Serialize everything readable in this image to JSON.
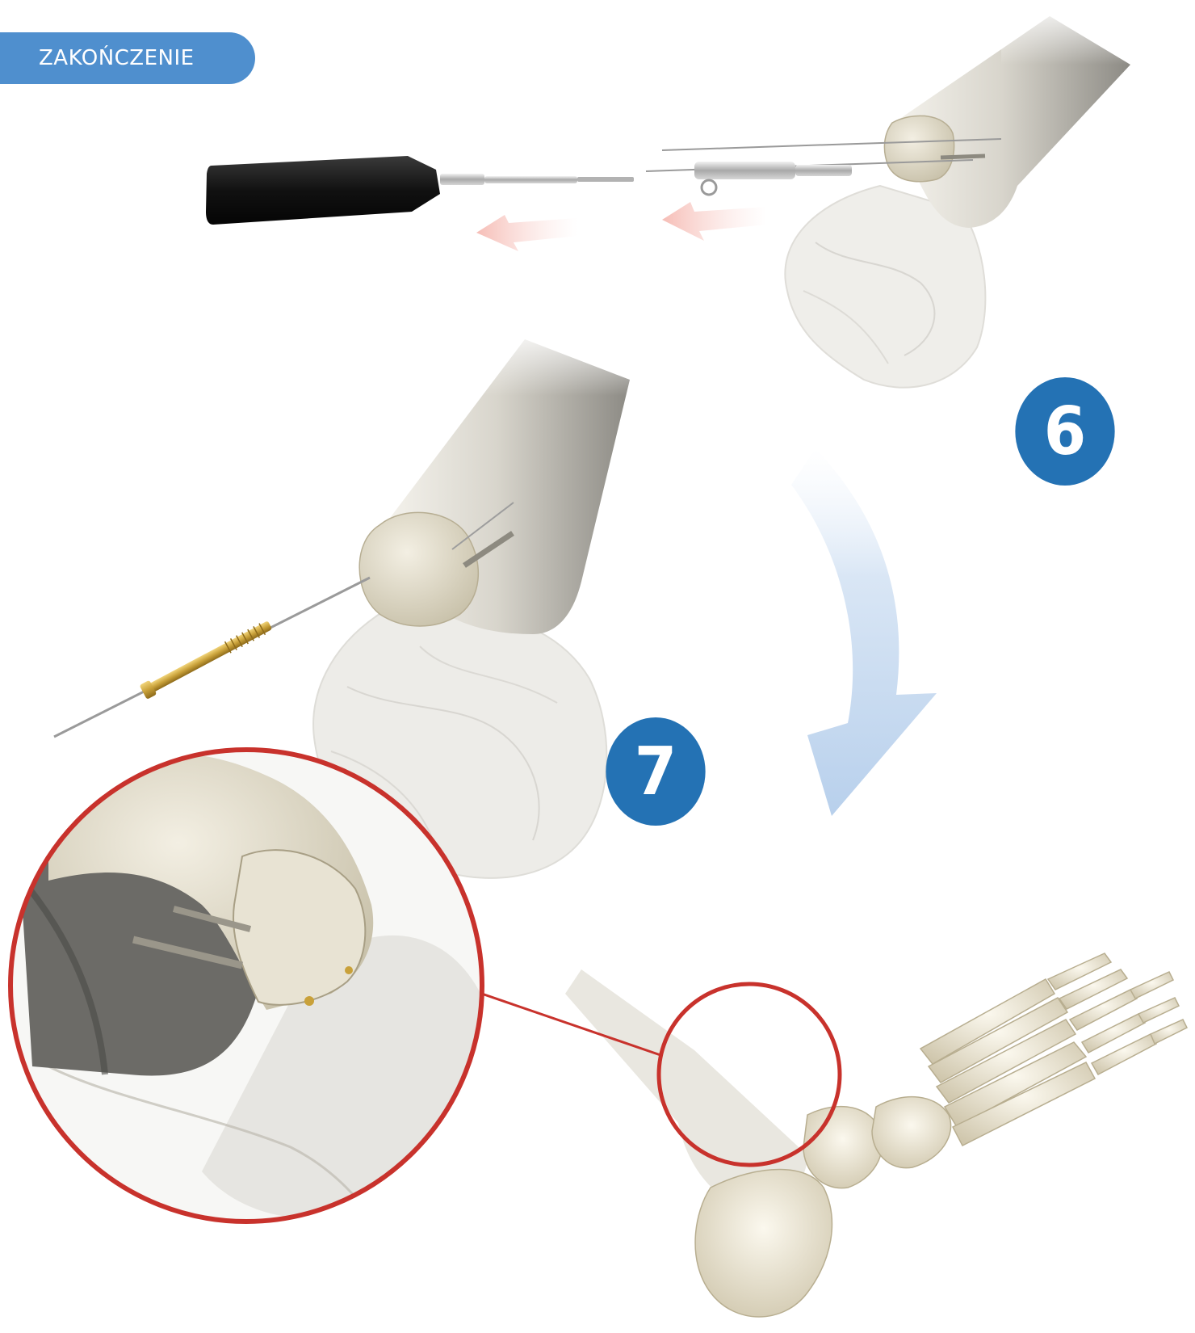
{
  "section_tag": {
    "label": "ZAKOŃCZENIE"
  },
  "steps": [
    {
      "number": "6"
    },
    {
      "number": "7"
    }
  ],
  "colors": {
    "tag_background": "#4f8fce",
    "step_badge": "#2472b4",
    "zoom_circle": "#c8322c",
    "bone": "#e6e0cf",
    "implant_screw": "#c9a13a",
    "removal_arrow": "#f6c3bd",
    "flow_arrow": "#c9dcf1"
  },
  "illustrations": {
    "top": "drill-removing-sleeve-from-guidewire",
    "middle": "cannulated-screw-over-guidewire",
    "bottom": "foot-skeleton-with-zoom-callout"
  }
}
